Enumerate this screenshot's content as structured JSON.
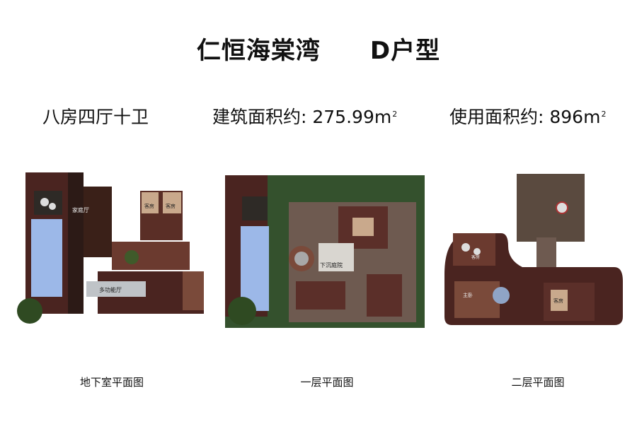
{
  "header": {
    "name": "仁恒海棠湾",
    "type": "D户型"
  },
  "specs": {
    "layout": "八房四厅十卫",
    "building_area_prefix": "建筑面积约: 275.99m",
    "usable_area_prefix": "使用面积约: 896m",
    "unit_sup": "2"
  },
  "plans": {
    "basement": {
      "caption": "地下室平面图",
      "labels": [
        "家庭厅",
        "客房",
        "客房",
        "多功能厅"
      ]
    },
    "first": {
      "caption": "一层平面图",
      "labels": [
        "下沉庭院"
      ]
    },
    "second": {
      "caption": "二层平面图",
      "labels": [
        "主卧",
        "客房",
        "客房"
      ]
    }
  },
  "colors": {
    "floor_dark": "#4a2420",
    "floor_mid": "#6b3a2f",
    "pool": "#9cb8e8",
    "lawn": "#34512d",
    "terrace": "#5a4a3f",
    "wall": "#2c1a16"
  }
}
